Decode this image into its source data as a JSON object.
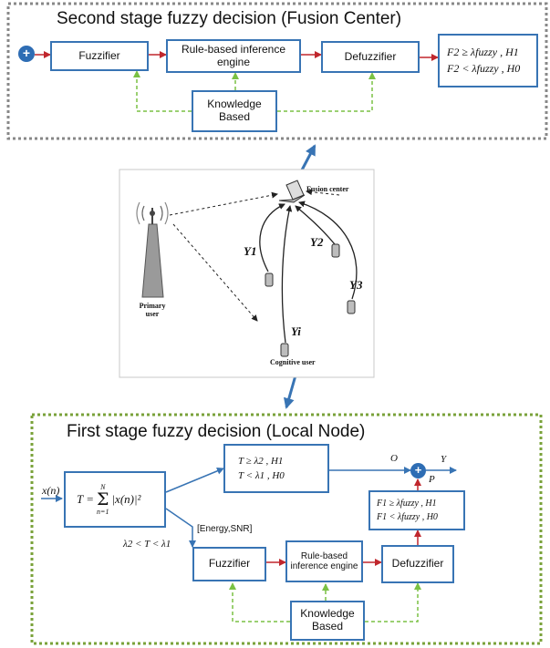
{
  "top": {
    "title": "Second stage fuzzy decision (Fusion Center)",
    "fuzzifier": "Fuzzifier",
    "rule_engine": "Rule-based inference engine",
    "defuzzifier": "Defuzzifier",
    "knowledge": "Knowledge Based",
    "decision_line1": "F2 ≥ λfuzzy , H1",
    "decision_line2": "F2 < λfuzzy , H0",
    "sum_symbol": "+"
  },
  "network": {
    "fusion_center": "Fusion center",
    "primary_user": "Primary user",
    "cognitive_user": "Cognitive user",
    "y1": "Y1",
    "y2": "Y2",
    "y3": "Y3",
    "yi": "Yi"
  },
  "bottom": {
    "title": "First stage fuzzy decision (Local Node)",
    "input": "x(n)",
    "energy_formula_left": "T =",
    "energy_sum_top": "N",
    "energy_sum_bottom": "n=1",
    "energy_formula_right": "|x(n)|²",
    "threshold_line1": "T ≥ λ2   , H1",
    "threshold_line2": "T < λ1   , H0",
    "energy_snr": "[Energy,SNR]",
    "range_label": "λ2 < T < λ1",
    "fuzzifier": "Fuzzifier",
    "rule_engine": "Rule-based inference engine",
    "defuzzifier": "Defuzzifier",
    "knowledge": "Knowledge Based",
    "decision_line1": "F1 ≥ λfuzzy   , H1",
    "decision_line2": "F1 < λfuzzy   , H0",
    "o_label": "O",
    "p_label": "P",
    "y_label": "Y",
    "sum_symbol": "+"
  }
}
